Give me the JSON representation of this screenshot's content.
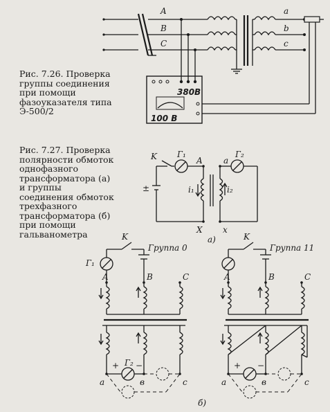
{
  "fig726": {
    "caption": "Рис. 7.26. Проверка группы соединения при помощи фазоуказателя типа Э-500/2",
    "phase_A": "A",
    "phase_B": "B",
    "phase_C": "C",
    "phase_a": "a",
    "phase_b": "b",
    "phase_c": "c",
    "meter_380": "380В",
    "meter_100": "100 В"
  },
  "fig727": {
    "caption": "Рис. 7.27. Проверка полярности обмоток однофазного трансформатора (а) и группы соединения обмоток трехфазного трансформатора (б) при помощи гальванометра",
    "k_label": "K",
    "g1": "Г₁",
    "g2": "Г₂",
    "A": "A",
    "a": "a",
    "X": "X",
    "x": "x",
    "pm": "±",
    "i1": "i₁",
    "i2": "i₂",
    "part_a": "а)",
    "part_b": "б)",
    "group0": "Группа 0",
    "group11": "Группа 11",
    "B": "B",
    "C": "C",
    "b": "в",
    "c": "c",
    "plus": "+",
    "minus": "−"
  }
}
